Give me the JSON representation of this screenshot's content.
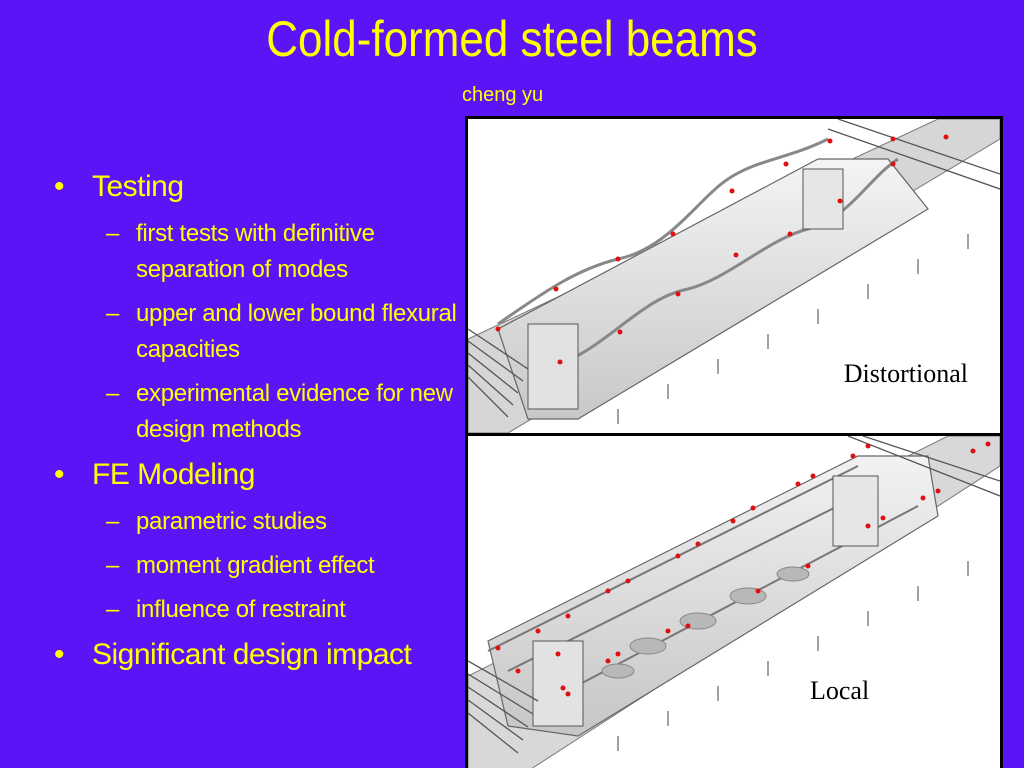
{
  "slide": {
    "title": "Cold-formed steel beams",
    "subtitle": "cheng yu",
    "bullets": [
      {
        "text": "Testing",
        "sub": [
          "first tests with definitive separation of modes",
          "upper and lower bound flexural capacities",
          "experimental evidence for new design methods"
        ]
      },
      {
        "text": "FE Modeling",
        "sub": [
          "parametric studies",
          "moment gradient effect",
          "influence of restraint"
        ]
      },
      {
        "text": "Significant design impact",
        "sub": []
      }
    ],
    "bullet_glyph": "•",
    "sub_glyph": "–"
  },
  "figures": {
    "top_caption": "Distortional",
    "bottom_caption": "Local"
  },
  "colors": {
    "background": "#5a14f5",
    "text": "#ffff00",
    "marker": "#e01010"
  }
}
